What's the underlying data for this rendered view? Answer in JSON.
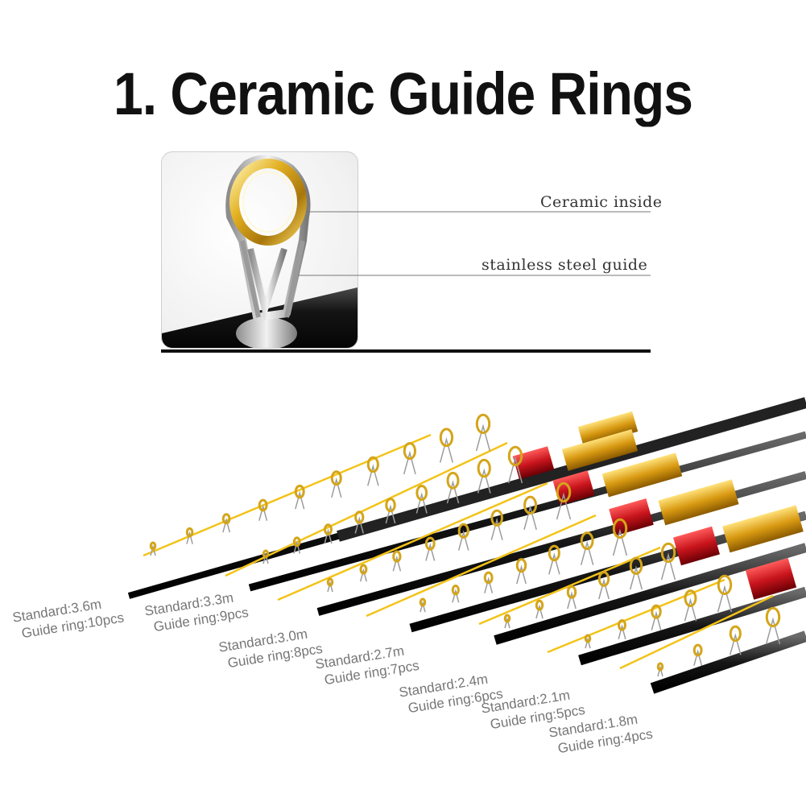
{
  "title": "1. Ceramic Guide Rings",
  "closeup": {
    "labels": {
      "ceramic": "Ceramic inside",
      "steel": "stainless steel guide"
    },
    "colors": {
      "ring_gold": "#d4a51a",
      "steel": "#b9b9b9",
      "blank": "#151515"
    }
  },
  "specs": [
    {
      "standard": "Standard:3.6m",
      "guide": "Guide ring:10pcs"
    },
    {
      "standard": "Standard:3.3m",
      "guide": "Guide ring:9pcs"
    },
    {
      "standard": "Standard:3.0m",
      "guide": "Guide ring:8pcs"
    },
    {
      "standard": "Standard:2.7m",
      "guide": "Guide ring:7pcs"
    },
    {
      "standard": "Standard:2.4m",
      "guide": "Guide ring:6pcs"
    },
    {
      "standard": "Standard:2.1m",
      "guide": "Guide ring:5pcs"
    },
    {
      "standard": "Standard:1.8m",
      "guide": "Guide ring:4pcs"
    }
  ],
  "colors": {
    "accent_yellow": "#f3c318",
    "reel_seat_red": "#c8141c",
    "reel_seat_gold": "#e0a21a"
  }
}
